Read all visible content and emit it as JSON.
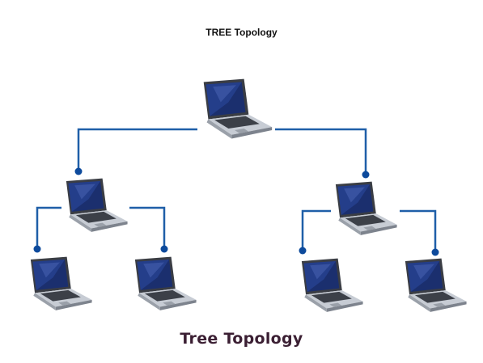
{
  "header": {
    "title": "TREE Topology"
  },
  "caption": "Tree Topology",
  "colors": {
    "link": "#1f5fa8",
    "node_dot": "#0d4a9c",
    "caption": "#3b1f33"
  },
  "nodes": [
    {
      "id": "root",
      "icon": "laptop-icon"
    },
    {
      "id": "hub-left",
      "icon": "laptop-icon"
    },
    {
      "id": "hub-right",
      "icon": "laptop-icon"
    },
    {
      "id": "leaf-1",
      "icon": "laptop-icon"
    },
    {
      "id": "leaf-2",
      "icon": "laptop-icon"
    },
    {
      "id": "leaf-3",
      "icon": "laptop-icon"
    },
    {
      "id": "leaf-4",
      "icon": "laptop-icon"
    }
  ],
  "links": [
    {
      "from": "root",
      "to": "hub-left"
    },
    {
      "from": "root",
      "to": "hub-right"
    },
    {
      "from": "hub-left",
      "to": "leaf-1"
    },
    {
      "from": "hub-left",
      "to": "leaf-2"
    },
    {
      "from": "hub-right",
      "to": "leaf-3"
    },
    {
      "from": "hub-right",
      "to": "leaf-4"
    }
  ]
}
